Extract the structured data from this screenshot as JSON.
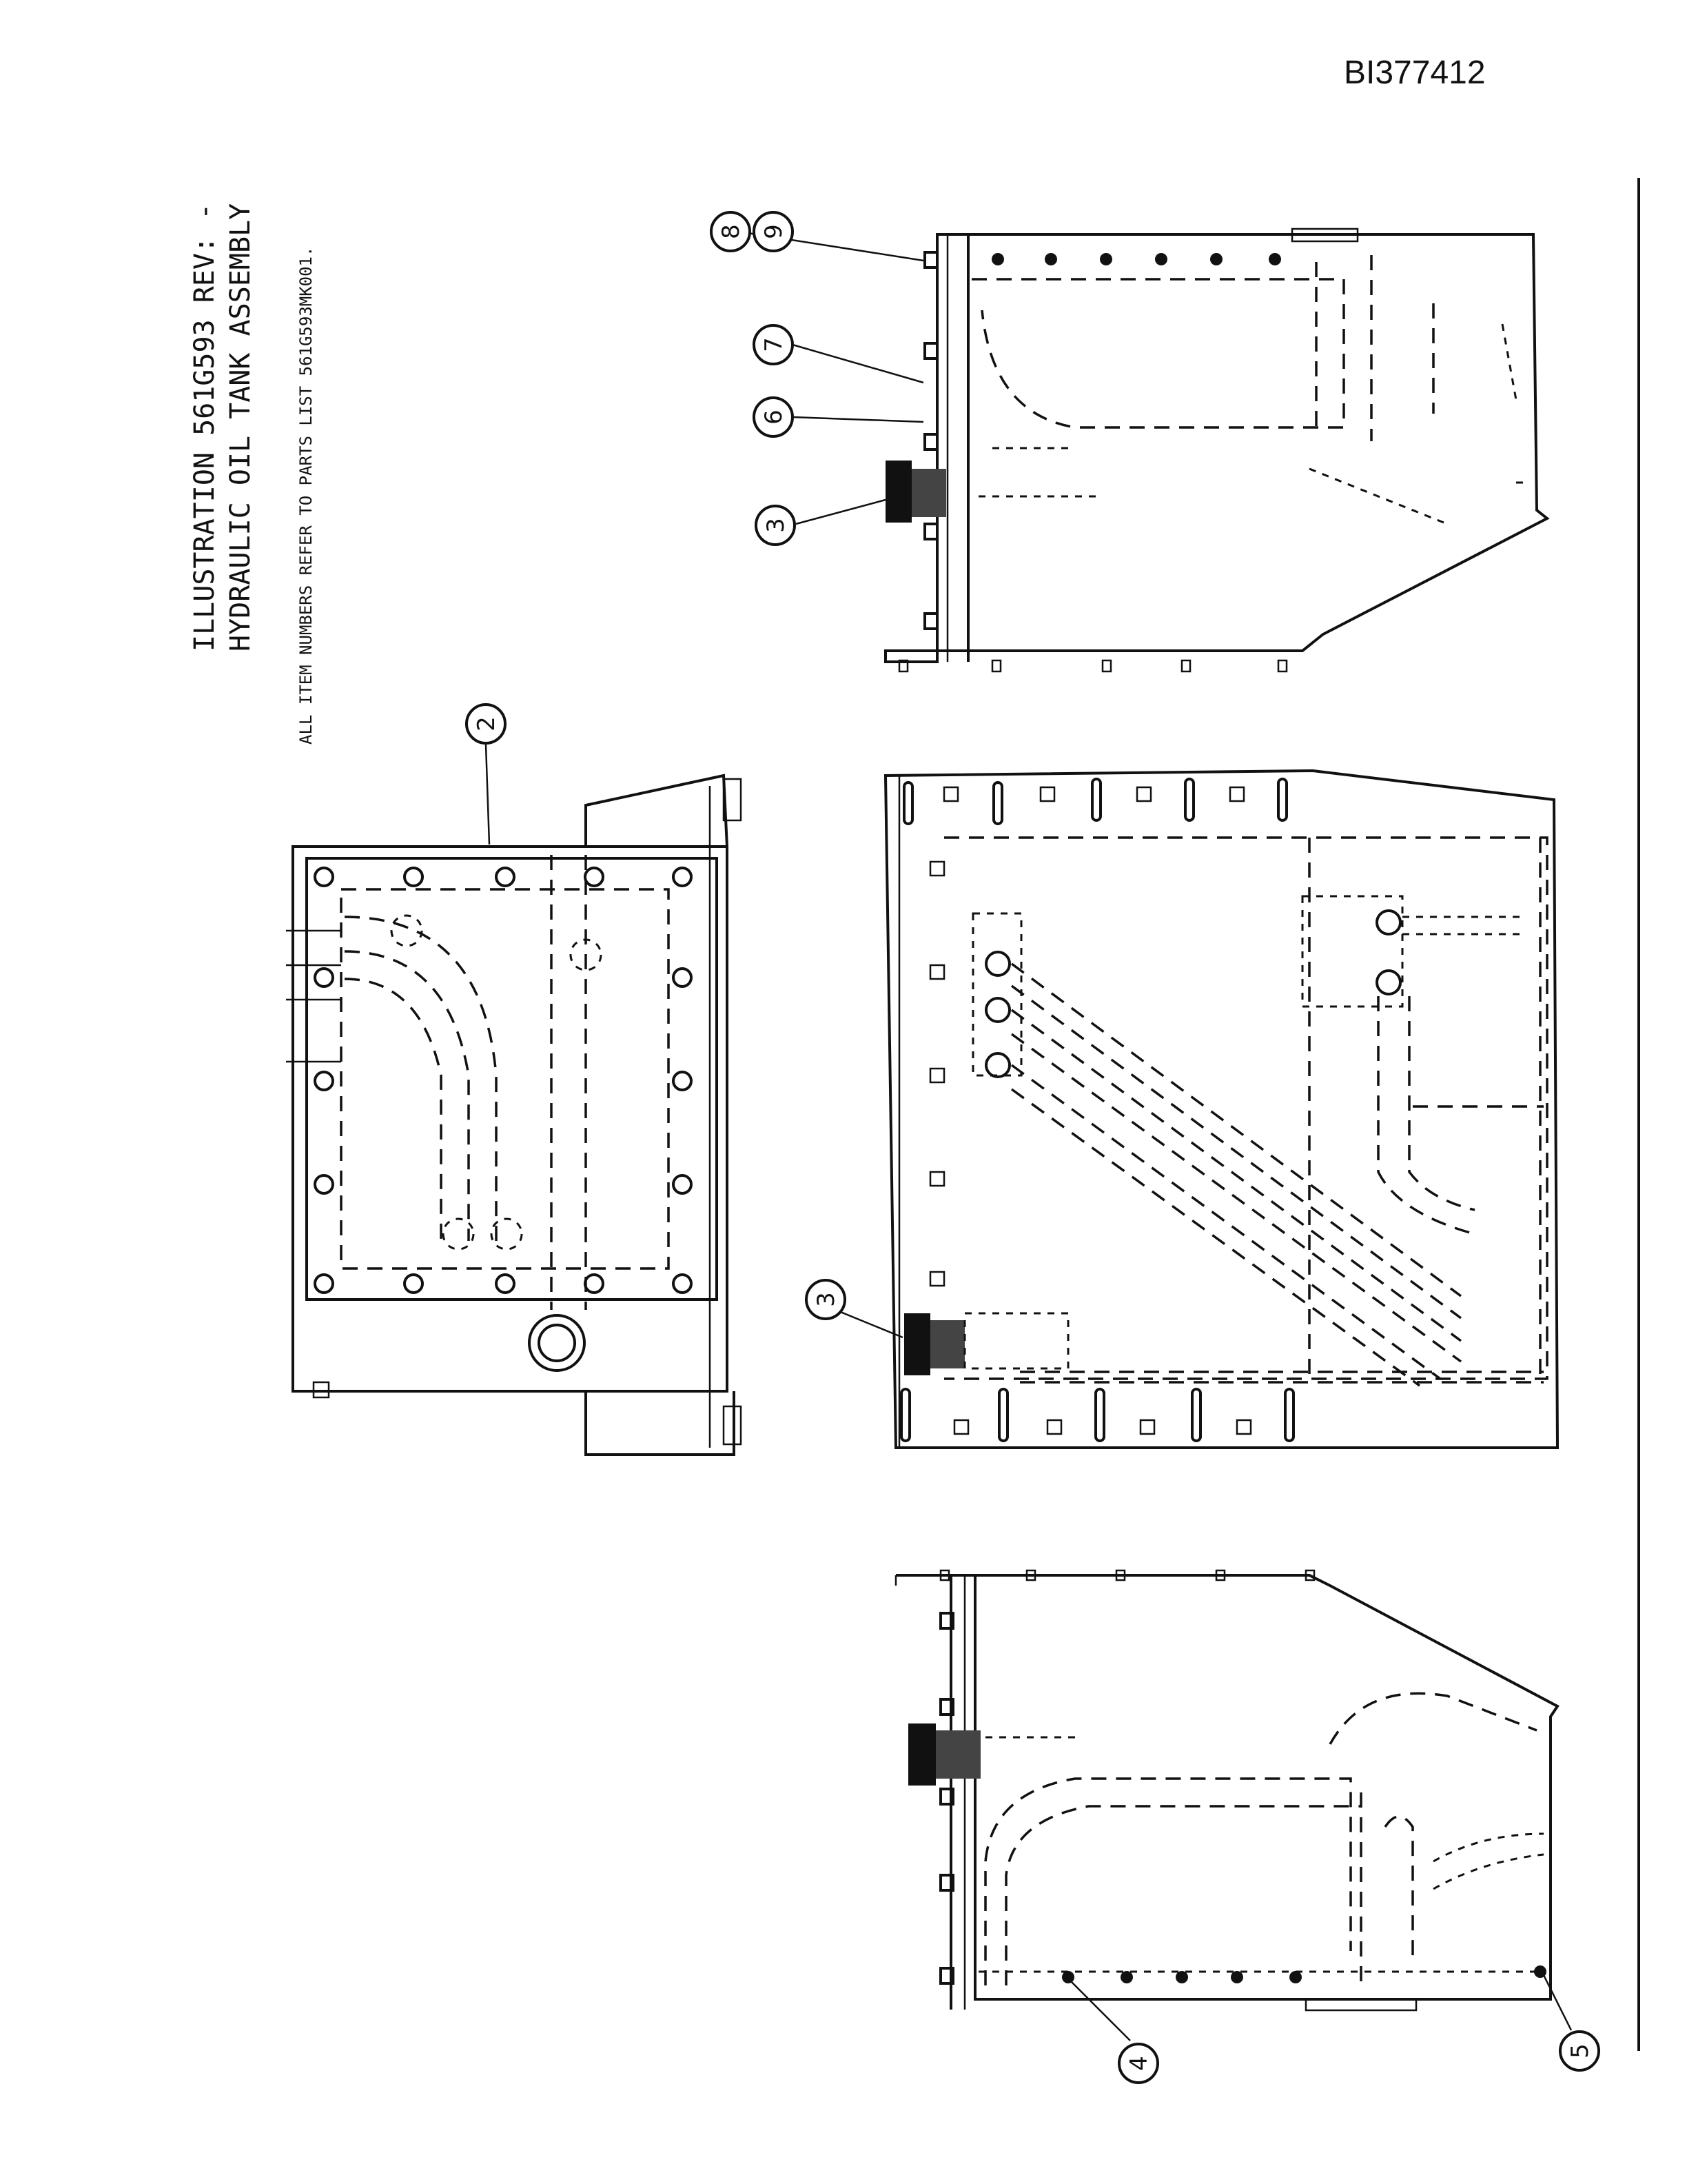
{
  "doc_id": "BI377412",
  "title": {
    "line1": "ILLUSTRATION 561G593 REV: -",
    "line2": "HYDRAULIC OIL TANK ASSEMBLY",
    "note": "ALL ITEM NUMBERS REFER TO PARTS LIST 561G593MK001."
  },
  "callouts": [
    "2",
    "3",
    "3",
    "4",
    "5",
    "6",
    "7",
    "8",
    "9"
  ]
}
